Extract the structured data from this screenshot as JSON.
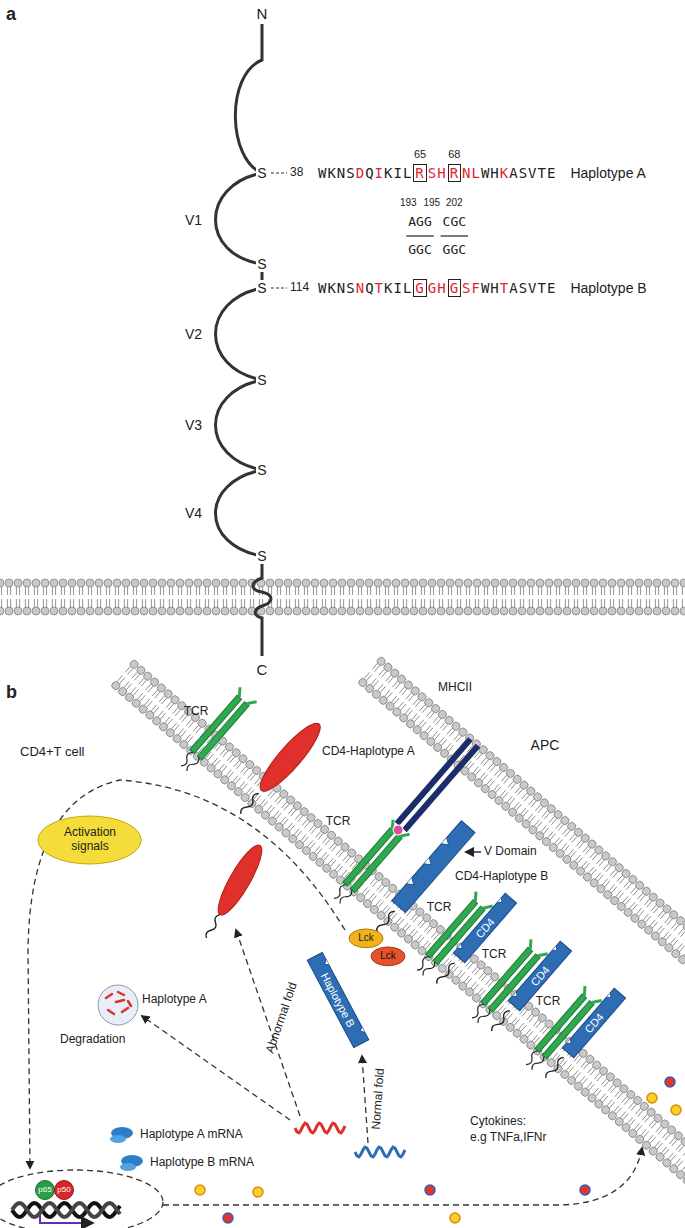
{
  "diagram": {
    "nodes": [
      {
        "text": [
          "Activation signals"
        ]
      },
      {
        "text": [
          "Lck"
        ]
      },
      {
        "text": [
          "Lck"
        ]
      },
      {
        "text": [
          "Haplotype B"
        ]
      },
      {
        "text": [
          "CD4"
        ]
      },
      {
        "text": [
          "CD4"
        ]
      },
      {
        "text": [
          "CD4"
        ]
      },
      {
        "text": [
          "p65"
        ]
      },
      {
        "text": [
          "p50"
        ]
      }
    ],
    "labels": [
      "a",
      "N",
      "S",
      "38",
      "V1",
      "S",
      "S",
      "114",
      "V2",
      "S",
      "V3",
      "S",
      "V4",
      "S",
      "C",
      "WKNS",
      "D",
      "Q",
      "I",
      "KIL",
      "R",
      "SH",
      "R",
      "NL",
      "WH",
      "K",
      "ASVTE",
      "Haplotype A",
      "65",
      "68",
      "193",
      "195",
      "202",
      "AGG",
      "CGC",
      "GGC",
      "GGC",
      "WKNS",
      "N",
      "Q",
      "T",
      "KIL",
      "G",
      "GH",
      "G",
      "SF",
      "WH",
      "T",
      "ASVTE",
      "Haplotype B",
      "b",
      "CD4+T cell",
      "TCR",
      "CD4-Haplotype A",
      "APC",
      "MHCII",
      "TCR",
      "V Domain",
      "CD4-Haplotype B",
      "TCR",
      "TCR",
      "TCR",
      "Haplotype A",
      "Degradation",
      "Abnormal fold",
      "Normal fold",
      "Haplotype A mRNA",
      "Haplotype B mRNA",
      "Cytokines:",
      "e.g TNFa,IFNr"
    ]
  }
}
